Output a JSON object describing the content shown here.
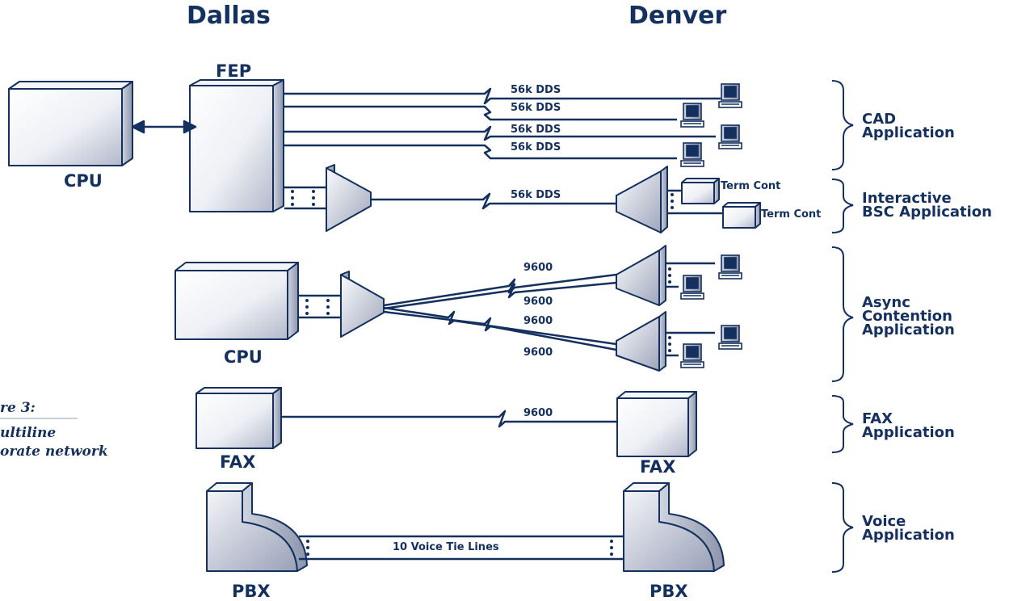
{
  "header": {
    "left_city": "Dallas",
    "right_city": "Denver"
  },
  "devices": {
    "fep": "FEP",
    "cpu_main": "CPU",
    "cpu_async": "CPU",
    "fax_dallas": "FAX",
    "fax_denver": "FAX",
    "pbx_dallas": "PBX",
    "pbx_denver": "PBX",
    "term_cont_1": "Term Cont",
    "term_cont_2": "Term Cont"
  },
  "links": {
    "cad_1": "56k DDS",
    "cad_2": "56k DDS",
    "cad_3": "56k DDS",
    "cad_4": "56k DDS",
    "bsc": "56k DDS",
    "async_1": "9600",
    "async_2": "9600",
    "async_3": "9600",
    "async_4": "9600",
    "fax": "9600",
    "voice": "10 Voice Tie Lines"
  },
  "applications": {
    "cad": "CAD\nApplication",
    "bsc": "Interactive\nBSC Application",
    "async": "Async\nContention\nApplication",
    "fax": "FAX\nApplication",
    "voice": "Voice\nApplication"
  },
  "caption": {
    "line1": "re 3:",
    "line2": "ultiline",
    "line3": "orate network"
  },
  "colors": {
    "navy": "#14305e",
    "box_light": "#f6f7fa",
    "box_dark": "#a9b0c2"
  }
}
